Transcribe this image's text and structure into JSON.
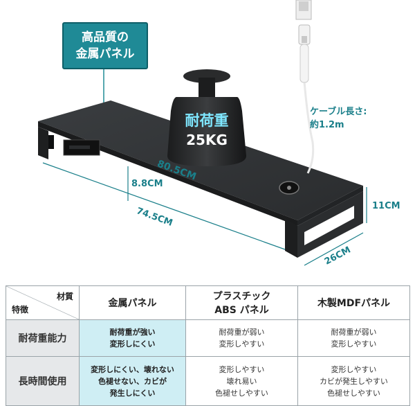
{
  "callout": {
    "line1": "高品質の",
    "line2": "金属パネル"
  },
  "weight": {
    "line1": "耐荷重",
    "line2": "25KG"
  },
  "cable": {
    "line1": "ケーブル長さ:",
    "line2": "約1.2m"
  },
  "dimensions": {
    "width_top": "80.5CM",
    "height_leg": "8.8CM",
    "width_bottom": "74.5CM",
    "height": "11CM",
    "depth": "26CM"
  },
  "table": {
    "corner_top": "材質",
    "corner_bottom": "特徴",
    "columns": [
      {
        "line1": "金属パネル",
        "line2": ""
      },
      {
        "line1": "プラスチック",
        "line2": "ABS パネル"
      },
      {
        "line1": "木製MDFパネル",
        "line2": ""
      }
    ],
    "rows": [
      {
        "label": "耐荷重能力",
        "cells": [
          [
            "耐荷重が強い",
            "変形しにくい"
          ],
          [
            "耐荷重が弱い",
            "変形しやすい"
          ],
          [
            "耐荷重が弱い",
            "変形しやすい"
          ]
        ]
      },
      {
        "label": "長時間使用",
        "cells": [
          [
            "変形しにくい、壊れない",
            "色褪せない、カビが",
            "発生しにくい"
          ],
          [
            "変形しやすい",
            "壊れ易い",
            "色褪せしやすい"
          ],
          [
            "変形しやすい",
            "カビが発生しやすい",
            "色褪せしやすい"
          ]
        ]
      }
    ]
  },
  "colors": {
    "accent": "#1f8a96",
    "highlight": "#cfeef4",
    "rowhead": "#e6e8ea"
  }
}
